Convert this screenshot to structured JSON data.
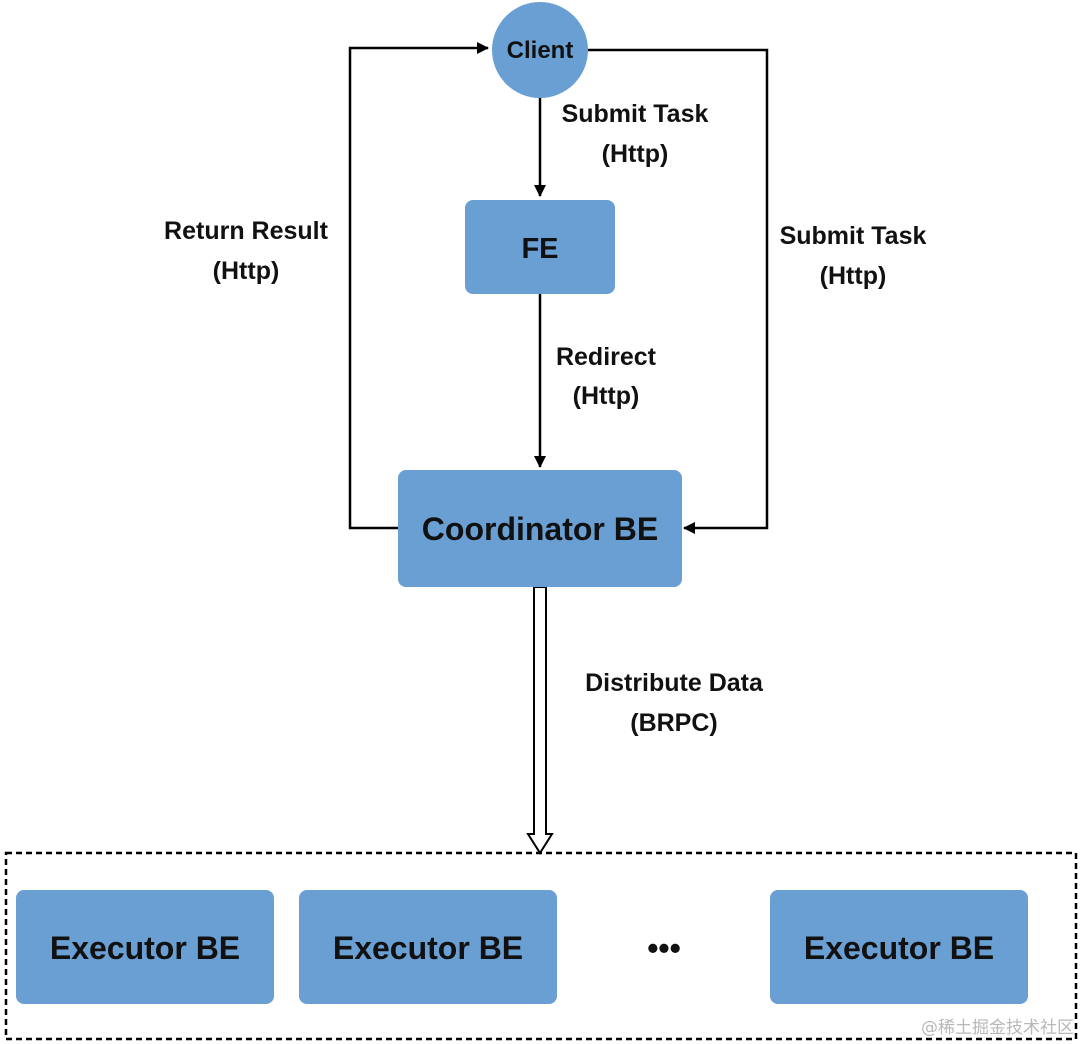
{
  "nodes": {
    "client": "Client",
    "fe": "FE",
    "coordinator": "Coordinator BE",
    "executor_1": "Executor BE",
    "executor_2": "Executor BE",
    "ellipsis": "•••",
    "executor_3": "Executor BE"
  },
  "edges": {
    "client_to_fe": [
      "Submit Task",
      "(Http)"
    ],
    "fe_to_coordinator": [
      "Redirect",
      "(Http)"
    ],
    "client_to_coordinator": [
      "Submit Task",
      "(Http)"
    ],
    "coordinator_to_client": [
      "Return Result",
      "(Http)"
    ],
    "coordinator_to_executors": [
      "Distribute Data",
      "(BRPC)"
    ]
  },
  "watermark": "@稀土掘金技术社区",
  "colors": {
    "node_fill": "#6a9fd4",
    "line": "#000000",
    "text": "#111111"
  }
}
